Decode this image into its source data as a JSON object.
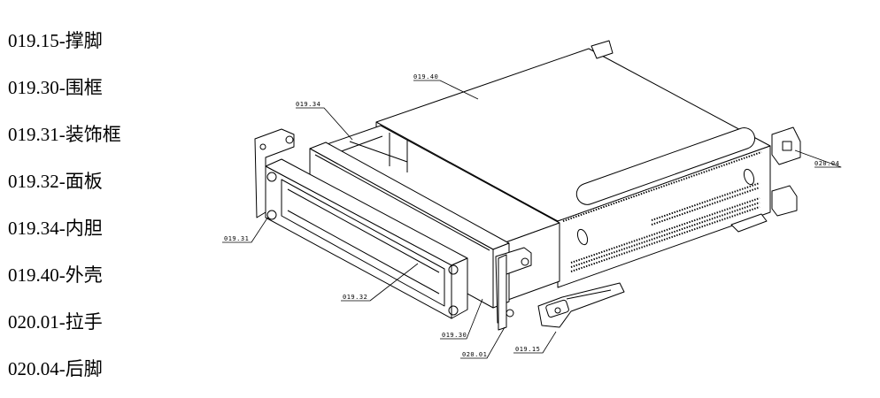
{
  "legend": [
    {
      "code": "019.15",
      "name": "撑脚"
    },
    {
      "code": "019.30",
      "name": "围框"
    },
    {
      "code": "019.31",
      "name": "装饰框"
    },
    {
      "code": "019.32",
      "name": "面板"
    },
    {
      "code": "019.34",
      "name": "内胆"
    },
    {
      "code": "019.40",
      "name": "外壳"
    },
    {
      "code": "020.01",
      "name": "拉手"
    },
    {
      "code": "020.04",
      "name": "后脚"
    }
  ],
  "callouts": {
    "c_019_40": "019.40",
    "c_019_34": "019.34",
    "c_019_31": "019.31",
    "c_019_32": "019.32",
    "c_019_30": "019.30",
    "c_020_01": "020.01",
    "c_019_15": "019.15",
    "c_020_04": "020.04"
  }
}
